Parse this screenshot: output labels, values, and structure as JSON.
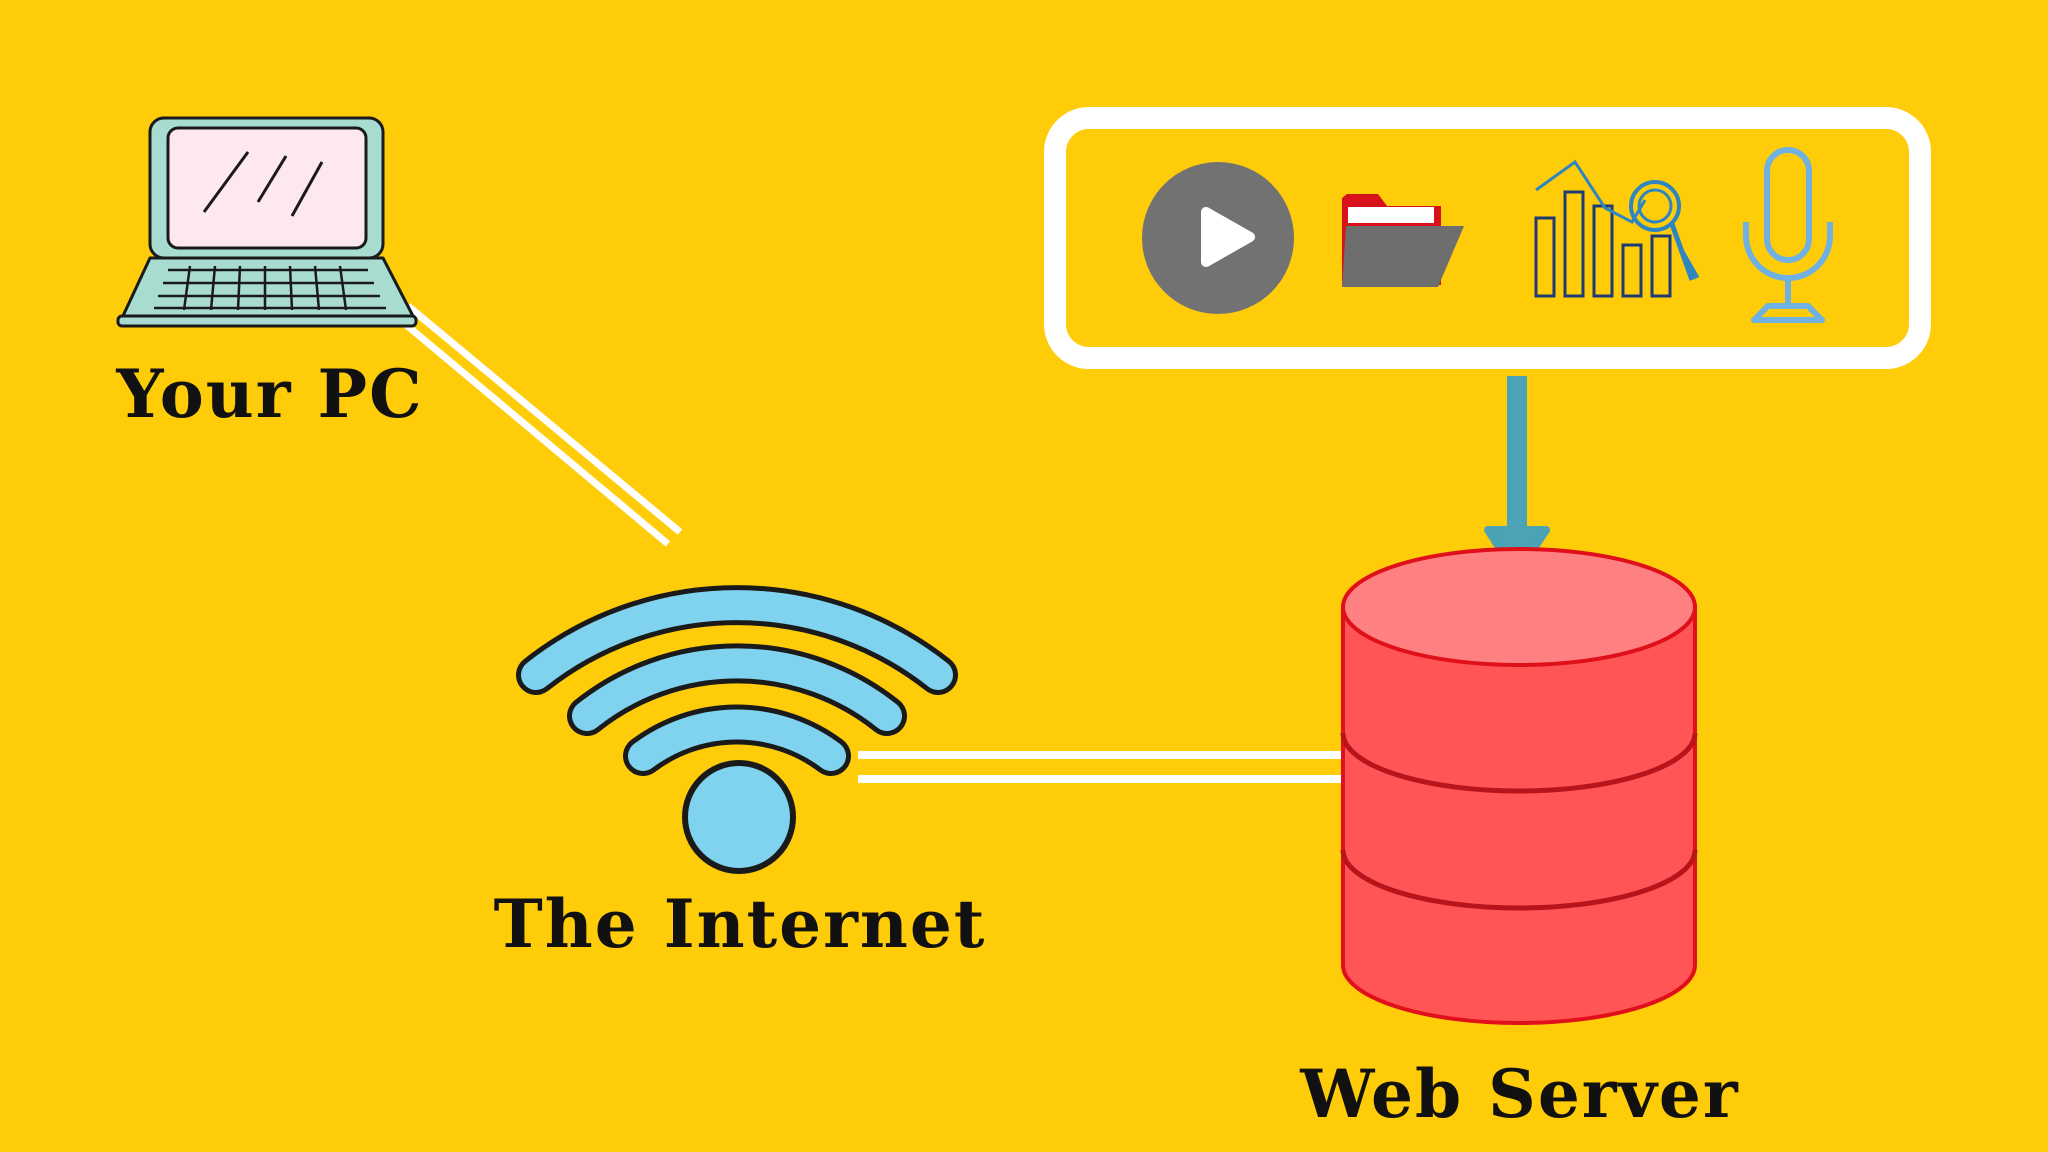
{
  "labels": {
    "pc": "Your PC",
    "internet": "The Internet",
    "server": "Web Server"
  },
  "colors": {
    "background": "#FFCC0A",
    "wifi_fill": "#7FD3EE",
    "database_fill": "#FF5556",
    "database_top": "#FF8080",
    "database_stroke": "#E0101A",
    "arrow": "#4BA3B5",
    "connection": "#FFFFFF"
  },
  "icons": {
    "pc": "laptop-icon",
    "internet": "wifi-icon",
    "server": "database-icon",
    "content": [
      "play-button-icon",
      "folder-icon",
      "chart-magnifier-icon",
      "microphone-icon"
    ]
  }
}
